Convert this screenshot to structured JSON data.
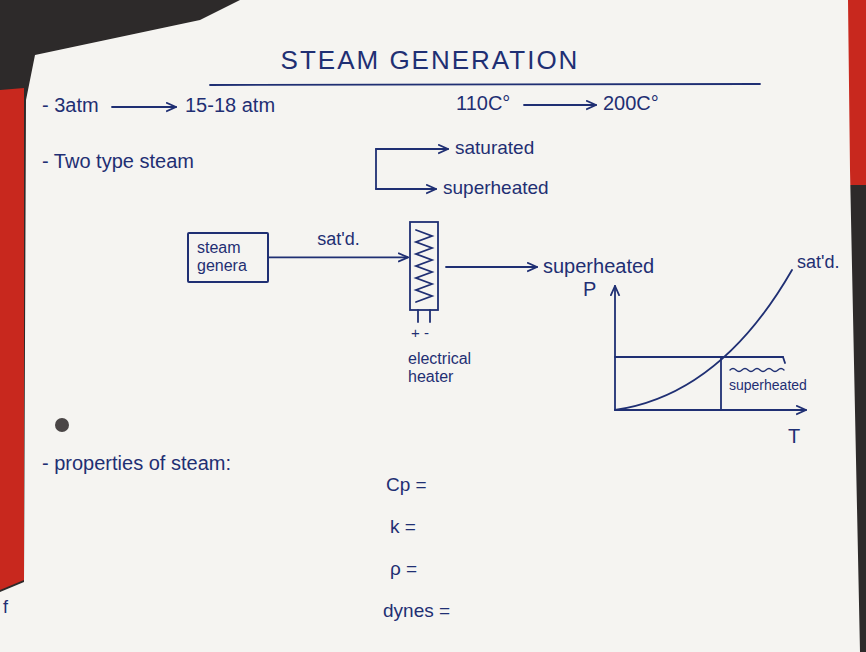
{
  "diagram": {
    "title": "STEAM GENERATION",
    "nodes": [
      {
        "text": [
          "steam genera"
        ]
      },
      {
        "text": [
          "electrical heater"
        ]
      }
    ],
    "edges": [
      {
        "from": 0,
        "to": 1,
        "label": "sat'd.",
        "arrow": "to"
      }
    ],
    "labels": [
      "- 3atm",
      "15-18 atm",
      "110C°",
      "200C°",
      "- Two type steam",
      "saturated",
      "superheated",
      "+ -",
      "superheated",
      "P",
      "sat'd.",
      "superheated",
      "T",
      "- properties of steam:",
      "Cp =",
      "k =",
      "ρ =",
      "dynes =",
      "f"
    ]
  }
}
